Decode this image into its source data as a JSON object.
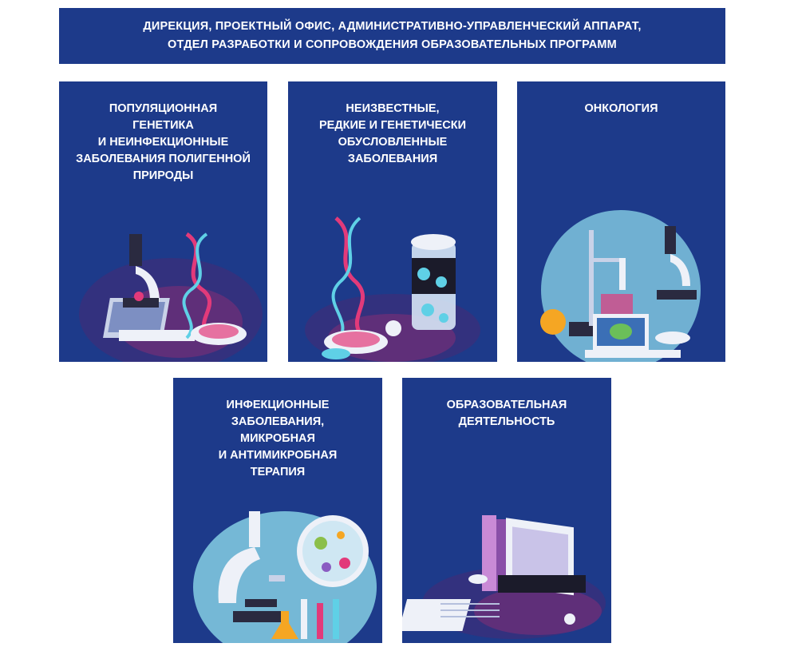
{
  "header": {
    "text": "ДИРЕКЦИЯ,  ПРОЕКТНЫЙ  ОФИС, АДМИНИСТРАТИВНО-УПРАВЛЕНЧЕСКИЙ  АППАРАТ,\n  ОТДЕЛ  РАЗРАБОТКИ  И СОПРОВОЖДЕНИЯ  ОБРАЗОВАТЕЛЬНЫХ  ПРОГРАММ"
  },
  "cards": [
    {
      "title": "ПОПУЛЯЦИОННАЯ\nГЕНЕТИКА\nИ НЕИНФЕКЦИОННЫЕ\nЗАБОЛЕВАНИЯ  ПОЛИГЕННОЙ\nПРИРОДЫ",
      "illustration": "microscope-dna-laptop"
    },
    {
      "title": "НЕИЗВЕСТНЫЕ,\nРЕДКИЕ  И ГЕНЕТИЧЕСКИ\nОБУСЛОВЛЕННЫЕ\nЗАБОЛЕВАНИЯ",
      "illustration": "dna-molecule-container"
    },
    {
      "title": "ОНКОЛОГИЯ",
      "illustration": "lab-microscope-laptop"
    },
    {
      "title": "ИНФЕКЦИОННЫЕ\nЗАБОЛЕВАНИЯ,\nМИКРОБНАЯ\nИ АНТИМИКРОБНАЯ\nТЕРАПИЯ",
      "illustration": "microscope-petri-flasks"
    },
    {
      "title": "ОБРАЗОВАТЕЛЬНАЯ\nДЕЯТЕЛЬНОСТЬ",
      "illustration": "laptop-books-notebook"
    }
  ],
  "colors": {
    "panel": "#1d3a8a",
    "text": "#ffffff",
    "accent_pink": "#e23a7a",
    "accent_cyan": "#5fd0e6"
  }
}
